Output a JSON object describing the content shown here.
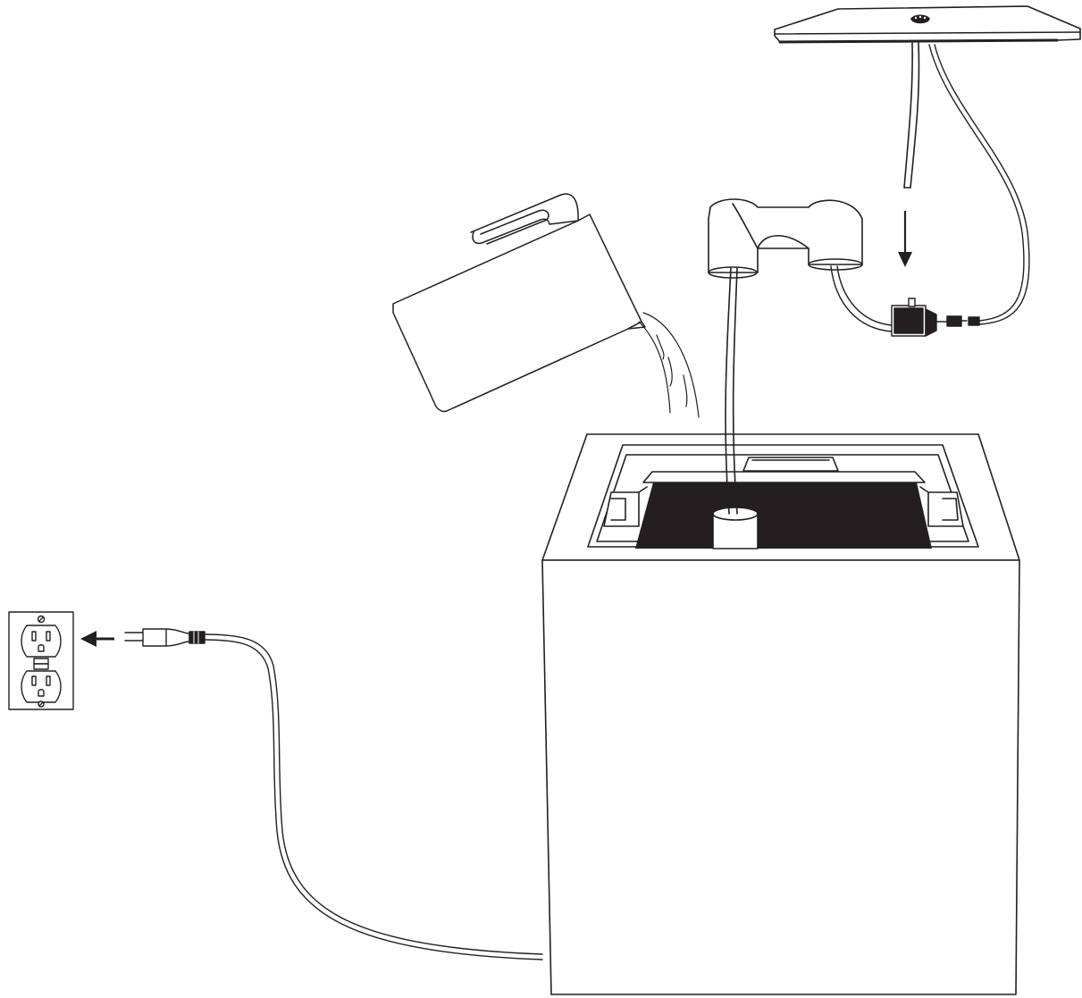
{
  "diagram": {
    "type": "assembly-illustration",
    "colors": {
      "line": "#231f20",
      "background": "#ffffff",
      "reservoir": "#231f20"
    },
    "components": [
      {
        "name": "top-tray"
      },
      {
        "name": "fountain-tube"
      },
      {
        "name": "power-cord"
      },
      {
        "name": "down-arrow-icon"
      },
      {
        "name": "submersible-pump"
      },
      {
        "name": "inline-connector"
      },
      {
        "name": "elbow-fitting"
      },
      {
        "name": "water-pitcher"
      },
      {
        "name": "water-stream"
      },
      {
        "name": "planter-box"
      },
      {
        "name": "water-reservoir"
      },
      {
        "name": "center-pipe"
      },
      {
        "name": "wall-outlet"
      },
      {
        "name": "left-arrow-icon"
      },
      {
        "name": "power-plug"
      }
    ]
  }
}
